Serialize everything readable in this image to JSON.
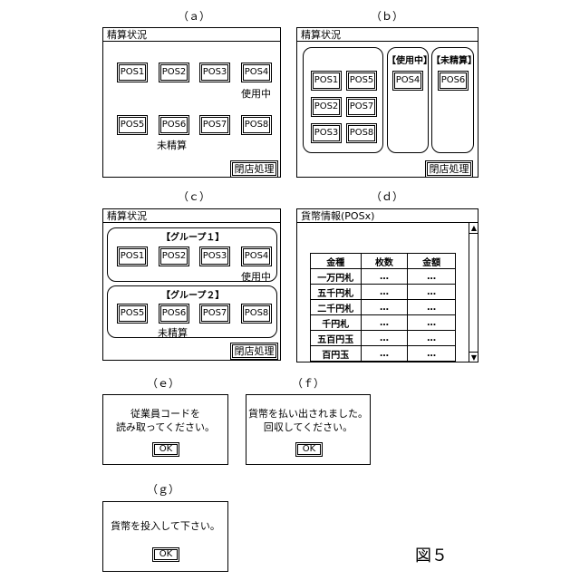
{
  "captions": {
    "a": "（ａ）",
    "b": "（ｂ）",
    "c": "（ｃ）",
    "d": "（ｄ）",
    "e": "（ｅ）",
    "f": "（ｆ）",
    "g": "（ｇ）"
  },
  "panel_a": {
    "title": "精算状況",
    "pos": [
      "POS1",
      "POS2",
      "POS3",
      "POS4",
      "POS5",
      "POS6",
      "POS7",
      "POS8"
    ],
    "note_pos4": "使用中",
    "note_pos6": "未精算",
    "button": "閉店処理"
  },
  "panel_b": {
    "title": "精算状況",
    "left_pos": [
      "POS1",
      "POS5",
      "POS2",
      "POS7",
      "POS3",
      "POS8"
    ],
    "inuse_label": "【使用中】",
    "inuse_pos": "POS4",
    "unsettled_label": "【未精算】",
    "unsettled_pos": "POS6",
    "button": "閉店処理"
  },
  "panel_c": {
    "title": "精算状況",
    "group1_label": "【グループ１】",
    "group1_pos": [
      "POS1",
      "POS2",
      "POS3",
      "POS4"
    ],
    "group1_note": "使用中",
    "group2_label": "【グループ２】",
    "group2_pos": [
      "POS5",
      "POS6",
      "POS7",
      "POS8"
    ],
    "group2_note": "未精算",
    "button": "閉店処理"
  },
  "panel_d": {
    "title": "貨幣情報(POSx)",
    "headers": [
      "金種",
      "枚数",
      "金額"
    ],
    "rows": [
      [
        "一万円札",
        "…",
        "…"
      ],
      [
        "五千円札",
        "…",
        "…"
      ],
      [
        "二千円札",
        "…",
        "…"
      ],
      [
        "千円札",
        "…",
        "…"
      ],
      [
        "五百円玉",
        "…",
        "…"
      ],
      [
        "百円玉",
        "…",
        "…"
      ]
    ],
    "scroll_up": "▲",
    "scroll_down": "▼"
  },
  "dialog_e": {
    "line1": "従業員コードを",
    "line2": "読み取ってください。",
    "ok": "OK"
  },
  "dialog_f": {
    "line1": "貨幣を払い出されました。",
    "line2": "回収してください。",
    "ok": "OK"
  },
  "dialog_g": {
    "line1": "貨幣を投入して下さい。",
    "ok": "OK"
  },
  "figure_label": "図５"
}
